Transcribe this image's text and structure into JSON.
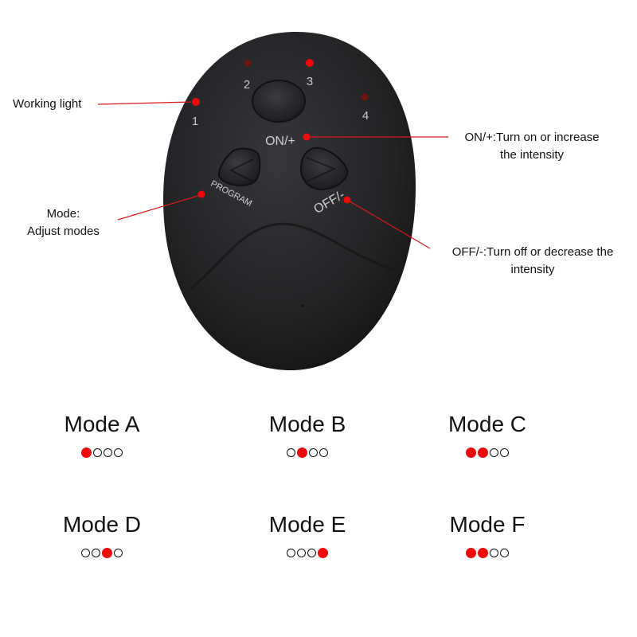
{
  "device": {
    "light_numbers": [
      "1",
      "2",
      "3",
      "4"
    ],
    "on_button_label": "ON/+",
    "off_button_label": "OFF/-",
    "program_button_label": "PROGRAM"
  },
  "callouts": {
    "working_light": "Working light",
    "mode_line1": "Mode:",
    "mode_line2": "Adjust modes",
    "on_line1": "ON/+:Turn on or increase",
    "on_line2": "the intensity",
    "off_line1": "OFF/-:Turn off or decrease the",
    "off_line2": "intensity"
  },
  "colors": {
    "indicator_red": "#ee0a0a",
    "device_body": "#1e1f21"
  },
  "modes": [
    {
      "label": "Mode A",
      "dots": [
        1,
        0,
        0,
        0
      ]
    },
    {
      "label": "Mode B",
      "dots": [
        0,
        1,
        0,
        0
      ]
    },
    {
      "label": "Mode C",
      "dots": [
        1,
        1,
        0,
        0
      ]
    },
    {
      "label": "Mode D",
      "dots": [
        0,
        0,
        1,
        0
      ]
    },
    {
      "label": "Mode E",
      "dots": [
        0,
        0,
        0,
        1
      ]
    },
    {
      "label": "Mode F",
      "dots": [
        1,
        1,
        0,
        0
      ]
    }
  ]
}
